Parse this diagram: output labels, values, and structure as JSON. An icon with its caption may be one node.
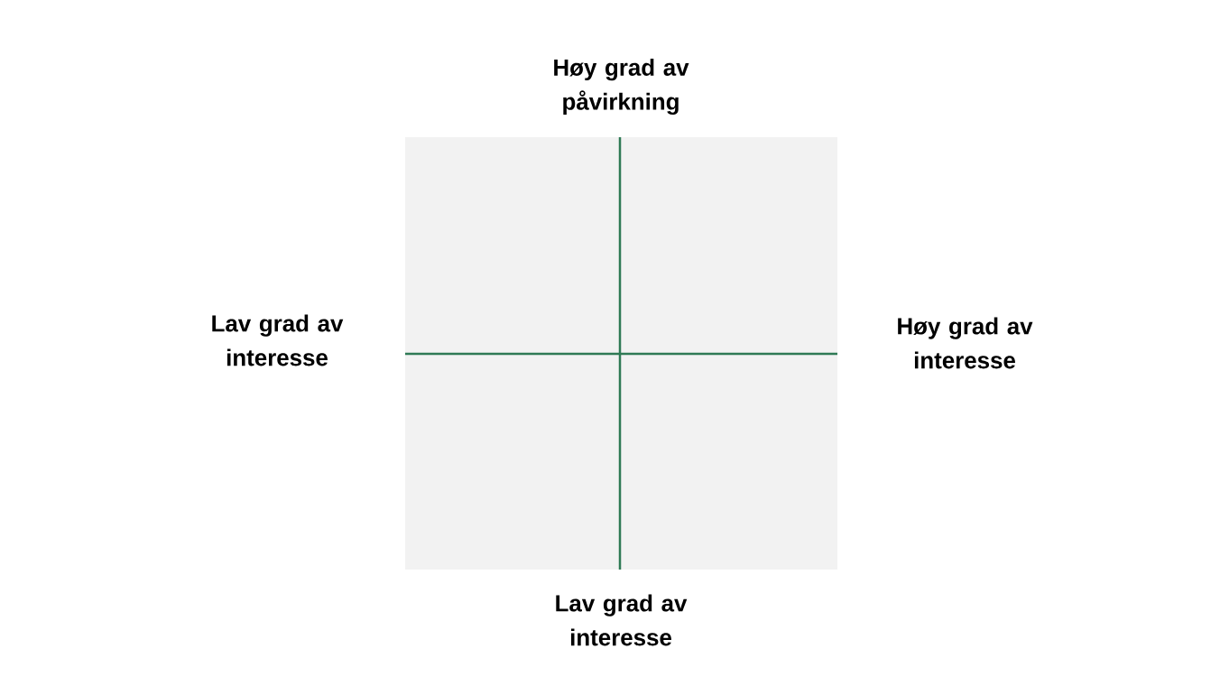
{
  "diagram": {
    "labels": [
      "Høy grad av påvirkning",
      "Lav grad av interesse",
      "Høy grad av interesse",
      "Lav grad av interesse"
    ]
  }
}
